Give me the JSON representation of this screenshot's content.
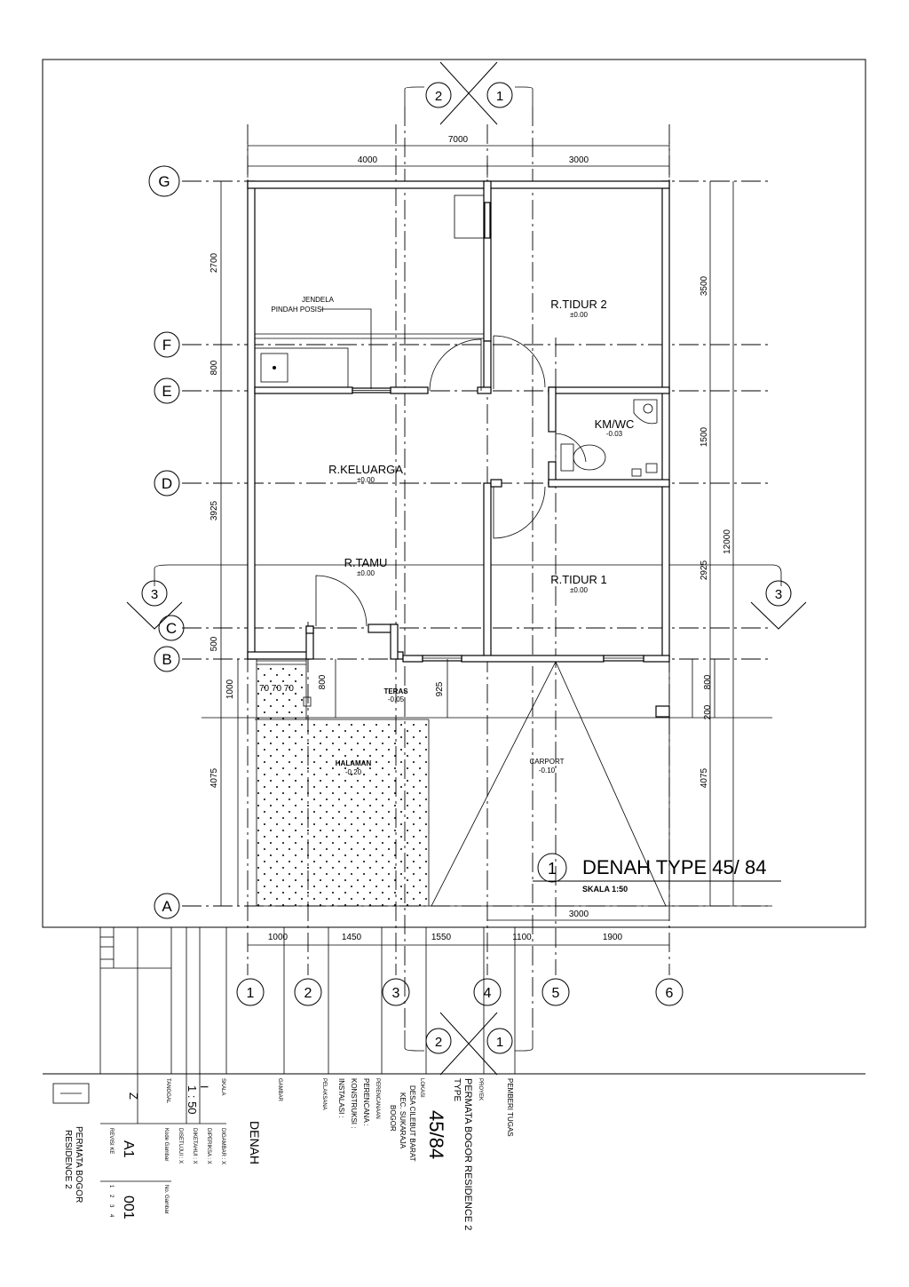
{
  "title": {
    "number": "1",
    "text": "DENAH TYPE 45/ 84",
    "scale": "SKALA 1:50"
  },
  "grid": {
    "letters": [
      "G",
      "F",
      "E",
      "D",
      "C",
      "B",
      "A"
    ],
    "numbers": [
      "1",
      "2",
      "3",
      "4",
      "5",
      "6"
    ]
  },
  "sections": {
    "a": "1",
    "b": "2",
    "c": "3"
  },
  "rooms": {
    "tidur2": {
      "name": "R.TIDUR 2",
      "level": "±0.00"
    },
    "kmwc": {
      "name": "KM/WC",
      "level": "-0.03"
    },
    "keluarga": {
      "name": "R.KELUARGA",
      "level": "±0.00"
    },
    "tamu": {
      "name": "R.TAMU",
      "level": "±0.00"
    },
    "tidur1": {
      "name": "R.TIDUR 1",
      "level": "±0.00"
    },
    "teras": {
      "name": "TERAS",
      "level": "-0.05"
    },
    "halaman": {
      "name": "HALAMAN",
      "level": "-0.20"
    },
    "carport": {
      "name": "CARPORT",
      "level": "-0.10"
    }
  },
  "note": {
    "line1": "JENDELA",
    "line2": "PINDAH POSISI"
  },
  "dims": {
    "top_total": "7000",
    "top_left": "4000",
    "top_right": "3000",
    "left_2700": "2700",
    "left_800": "800",
    "left_3925": "3925",
    "left_500": "500",
    "left_1000": "1000",
    "left_4075": "4075",
    "right_3500": "3500",
    "right_1500": "1500",
    "right_2925": "2925",
    "right_12000": "12000",
    "right_800": "800",
    "right_200": "200",
    "right_4075": "4075",
    "bottom_3000": "3000",
    "bottom": [
      "1000",
      "1450",
      "1550",
      "1100",
      "1900"
    ],
    "teras_800": "800",
    "teras_925": "925",
    "teras_707070": "70 70 70"
  },
  "titleblock": {
    "pemberi_tugas": "PEMBERI TUGAS",
    "proyek_label": "PROYEK",
    "proyek": "PERMATA BOGOR RESIDENCE 2",
    "type_label": "TYPE",
    "type": "45/84",
    "lokasi_label": "LOKASI",
    "lokasi1": "DESA CILEBUT BARAT",
    "lokasi2": "KEC. SUKARAJA",
    "lokasi3": "BOGOR",
    "perencanaan": "PERENCANAAN",
    "perencana": "PERENCANA   :",
    "konstruksi": "KONSTRUKSI   :",
    "instalasi": "INSTALASI   :",
    "pelaksana": "PELAKSANA",
    "gambar_label": "GAMBAR",
    "gambar": "DENAH",
    "skala_label": "SKALA",
    "skala": "1 : 50",
    "digambar": "DIGAMBAR  : X",
    "diperiksa": "DIPERIKSA  : X",
    "disetujui": "DISETUJUI  : X",
    "diketahui": "DIKETAHUI  : X",
    "tanggal": "TANGGAL",
    "kode_label": "Kode Gambar",
    "kode": "A1",
    "no_label": "No. Gambar",
    "no": "001",
    "revisi": "REVISI KE",
    "rev": [
      "1",
      "2",
      "3",
      "4"
    ],
    "z": "Z",
    "bar": "I",
    "logo1": "PERMATA BOGOR",
    "logo2": "RESIDENCE 2"
  }
}
